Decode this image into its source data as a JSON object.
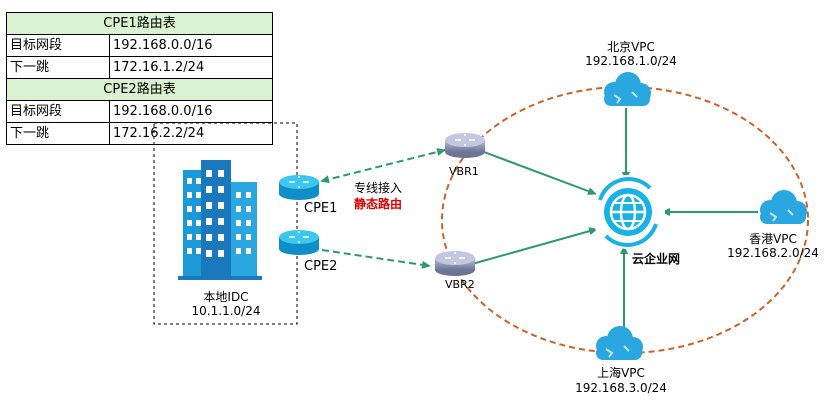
{
  "tables": [
    {
      "title": "CPE1路由表",
      "rows": [
        [
          "目标网段",
          "192.168.0.0/16"
        ],
        [
          "下一跳",
          "172.16.1.2/24"
        ]
      ]
    },
    {
      "title": "CPE2路由表",
      "rows": [
        [
          "目标网段",
          "192.168.0.0/16"
        ],
        [
          "下一跳",
          "172.16.2.2/24"
        ]
      ]
    }
  ],
  "idc": {
    "name": "本地IDC",
    "cidr": "10.1.1.0/24"
  },
  "cpe1": "CPE1",
  "cpe2": "CPE2",
  "vbr1": "VBR1",
  "vbr2": "VBR2",
  "link": {
    "line1": "专线接入",
    "line2": "静态路由"
  },
  "cen": "云企业网",
  "vpcs": {
    "beijing": {
      "name": "北京VPC",
      "cidr": "192.168.1.0/24"
    },
    "hongkong": {
      "name": "香港VPC",
      "cidr": "192.168.2.0/24"
    },
    "shanghai": {
      "name": "上海VPC",
      "cidr": "192.168.3.0/24"
    }
  },
  "colors": {
    "router": "#17b3e6",
    "vbr": "#8a93b8",
    "arrow": "#2e9a6c",
    "dashed_ring": "#c8642a",
    "cloud": "#2aa6e0",
    "cen": "#17b3e6",
    "building": "#1a98d8",
    "table_header": "#d9f2d0",
    "red_text": "#e00000"
  }
}
